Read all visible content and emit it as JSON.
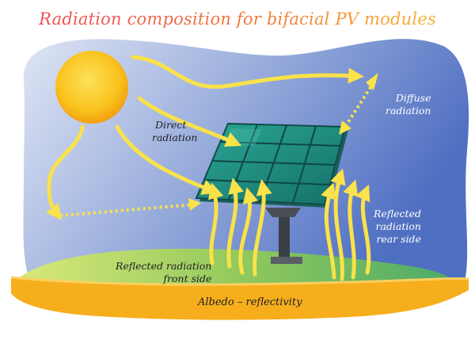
{
  "title": "Radiation composition for bifacial PV modules",
  "labels": {
    "direct_line1": "Direct",
    "direct_line2": "radiation",
    "diffuse_line1": "Diffuse",
    "diffuse_line2": "radiation",
    "rear_line1": "Reflected",
    "rear_line2": "radiation",
    "rear_line3": "rear side",
    "front_line1": "Reflected radiation",
    "front_line2": "front side",
    "albedo": "Albedo – reflectivity"
  },
  "colors": {
    "sky_light": "#cfd8ef",
    "sky_dark": "#5d79c4",
    "sun": "#f8c21a",
    "arrow": "#f9e24a",
    "panel": "#1f8a80",
    "ground": "#7fc060",
    "albedo_band": "#f6ae1c",
    "title": "#ee4f5a"
  }
}
